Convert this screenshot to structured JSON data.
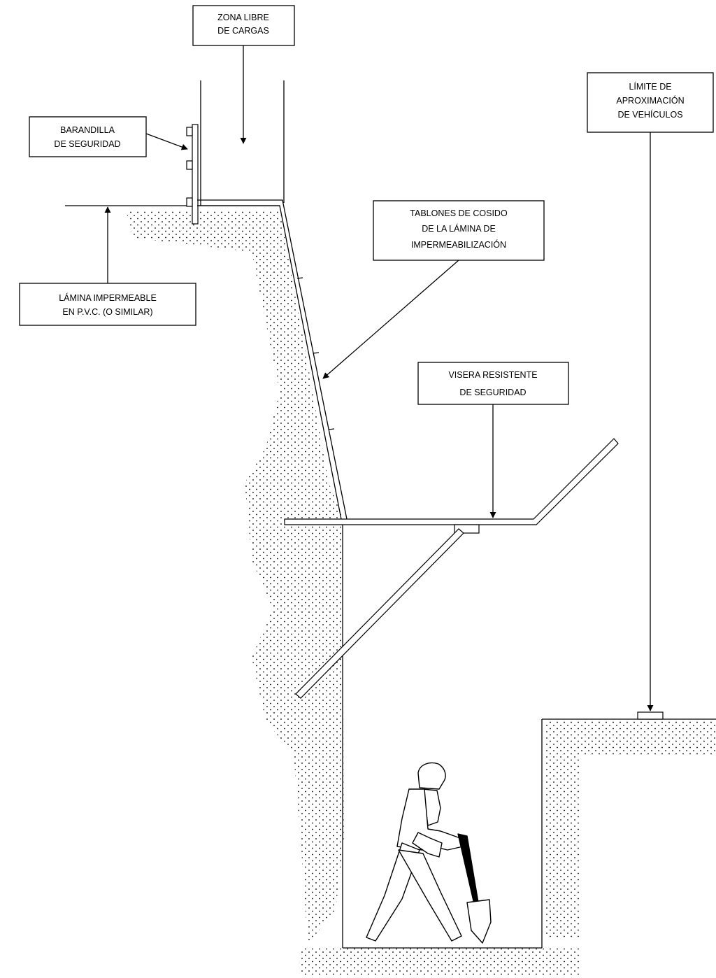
{
  "labels": {
    "zona_libre": [
      "ZONA LIBRE",
      "DE CARGAS"
    ],
    "barandilla": [
      "BARANDILLA",
      "DE SEGURIDAD"
    ],
    "limite": [
      "LÍMITE DE",
      "APROXIMACIÓN",
      "DE VEHÍCULOS"
    ],
    "tablones": [
      "TABLONES DE COSIDO",
      "DE LA LÁMINA DE",
      "IMPERMEABILIZACIÓN"
    ],
    "lamina": [
      "LÁMINA IMPERMEABLE",
      "EN P.V.C. (O SIMILAR)"
    ],
    "visera": [
      "VISERA RESISTENTE",
      "DE SEGURIDAD"
    ]
  },
  "colors": {
    "ink": "#000000",
    "paper": "#ffffff"
  },
  "icons": [
    "worker-with-shovel-icon",
    "arrowhead-icon"
  ]
}
